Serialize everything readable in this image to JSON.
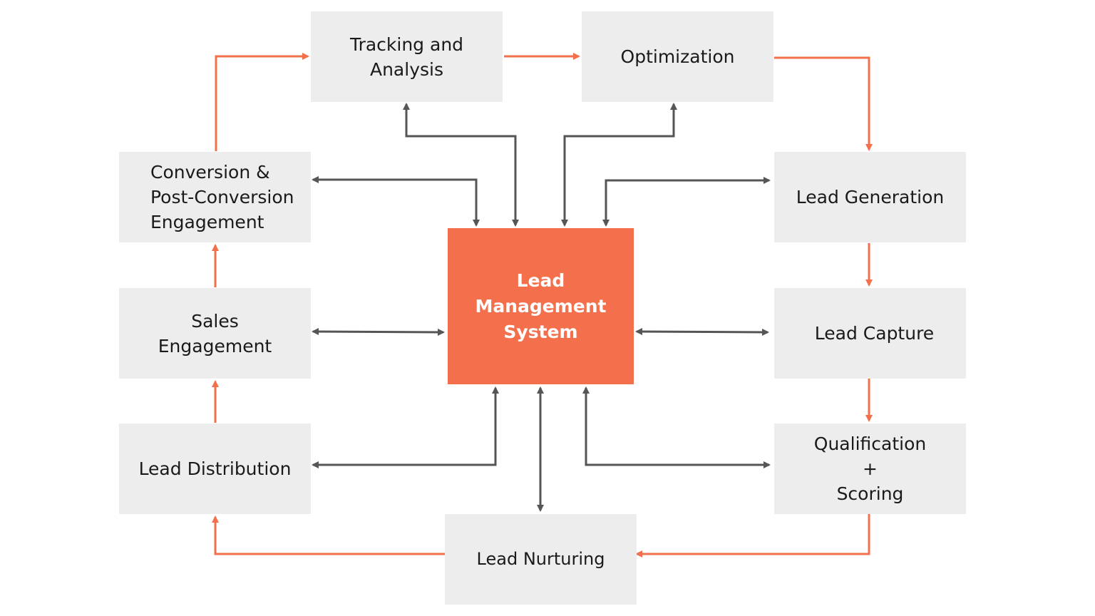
{
  "center": {
    "label": "Lead\nManagement\nSystem"
  },
  "stages": {
    "tracking": "Tracking and\nAnalysis",
    "optimization": "Optimization",
    "lead_generation": "Lead Generation",
    "lead_capture": "Lead Capture",
    "qualification": "Qualification\n+\nScoring",
    "lead_nurturing": "Lead Nurturing",
    "lead_distribution": "Lead Distribution",
    "sales_engagement": "Sales\nEngagement",
    "conversion": "Conversion &\nPost-Conversion\nEngagement"
  },
  "colors": {
    "accent": "#f4704d",
    "box_fill": "#ededed",
    "connector": "#555555"
  }
}
